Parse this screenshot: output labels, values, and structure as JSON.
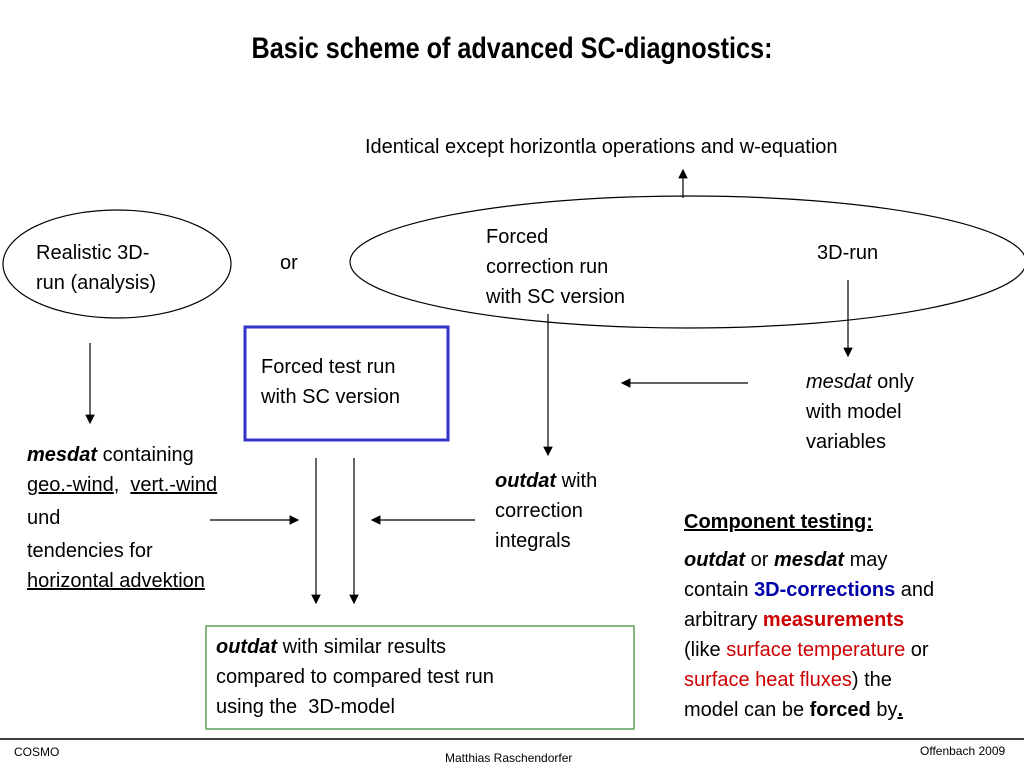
{
  "title": "Basic scheme of advanced SC-diagnostics:",
  "top_note": "Identical except horizontla operations and w-equation",
  "realistic": {
    "line1": "Realistic 3D-",
    "line2": "run (analysis)"
  },
  "or_label": "or",
  "forced_correction": {
    "line1": "Forced",
    "line2": "correction run",
    "line3": "with SC version"
  },
  "three_d_run": "3D-run",
  "forced_test": {
    "line1": "Forced test run",
    "line2": "with SC version"
  },
  "mesdat_only": {
    "word": "mesdat",
    "rest1": " only",
    "line2": "with model",
    "line3": "variables"
  },
  "mesdat_containing": {
    "word": "mesdat",
    "rest1": " containing",
    "geo": "geo.-wind",
    "sep": ",  ",
    "vert": "vert.-wind",
    "und": "und",
    "tendencies": "tendencies for",
    "horiz": "horizontal advektion"
  },
  "outdat_correction": {
    "word": "outdat",
    "rest1": " with",
    "line2": "correction",
    "line3": "integrals"
  },
  "outdat_similar": {
    "word": "outdat",
    "rest1": " with similar results",
    "line2": "compared to compared test run",
    "line3": "using the  3D-model"
  },
  "component": {
    "heading": "Component testing:",
    "outdat": "outdat",
    "or": " or ",
    "mesdat": "mesdat",
    "may": " may",
    "contain": "contain ",
    "corrections": "3D-corrections",
    "and": " and",
    "arbitrary": "arbitrary ",
    "measurements": "measurements",
    "like_open": "(like ",
    "surface_temp": "surface temperature",
    "or2": " or",
    "surface_heat": "surface heat fluxes",
    "the": ") the",
    "model_can": "model can be ",
    "forced": "forced",
    "by": " by",
    "dot": "."
  },
  "footer": {
    "left": "COSMO",
    "center": "Matthias Raschendorfer",
    "right": "Offenbach 2009"
  },
  "colors": {
    "box_border": "#3333cc",
    "green_border": "#2e8b2e",
    "navy": "#0000aa",
    "red": "#cc0000"
  }
}
